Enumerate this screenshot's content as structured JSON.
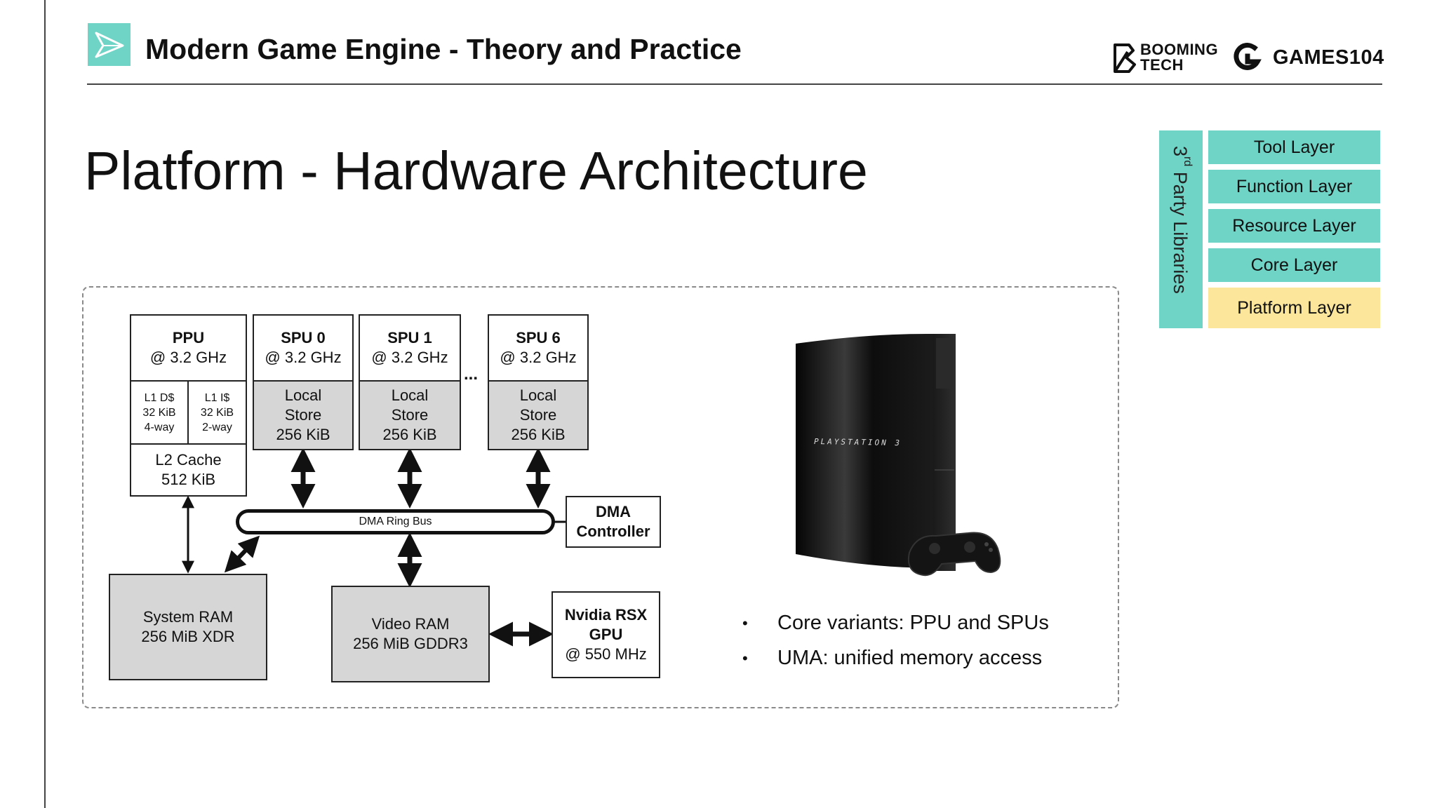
{
  "header": {
    "course_title": "Modern Game Engine - Theory and Practice",
    "brand_booming_line1": "BOOMING",
    "brand_booming_line2": "TECH",
    "brand_games": "GAMES104"
  },
  "page_title": "Platform - Hardware Architecture",
  "layers": {
    "side_label": "Party Libraries",
    "side_number": "3",
    "side_suffix": "rd",
    "items": [
      "Tool Layer",
      "Function Layer",
      "Resource Layer",
      "Core Layer",
      "Platform Layer"
    ],
    "colors": {
      "engine_layer": "#6fd3c5",
      "platform_layer": "#fbe69b"
    }
  },
  "diagram": {
    "ppu": {
      "name": "PPU",
      "freq": "@ 3.2 GHz"
    },
    "l1d": {
      "line1": "L1 D$",
      "line2": "32 KiB",
      "line3": "4-way"
    },
    "l1i": {
      "line1": "L1 I$",
      "line2": "32 KiB",
      "line3": "2-way"
    },
    "l2": {
      "line1": "L2 Cache",
      "line2": "512 KiB"
    },
    "spus": [
      {
        "name": "SPU 0",
        "freq": "@ 3.2 GHz",
        "ls1": "Local",
        "ls2": "Store",
        "ls3": "256 KiB"
      },
      {
        "name": "SPU 1",
        "freq": "@ 3.2 GHz",
        "ls1": "Local",
        "ls2": "Store",
        "ls3": "256 KiB"
      },
      {
        "name": "SPU 6",
        "freq": "@ 3.2 GHz",
        "ls1": "Local",
        "ls2": "Store",
        "ls3": "256 KiB"
      }
    ],
    "ellipsis": "...",
    "dma_bus": "DMA Ring Bus",
    "dma_controller": {
      "line1": "DMA",
      "line2": "Controller"
    },
    "system_ram": {
      "line1": "System RAM",
      "line2": "256 MiB XDR"
    },
    "video_ram": {
      "line1": "Video RAM",
      "line2": "256 MiB GDDR3"
    },
    "gpu": {
      "line1": "Nvidia RSX",
      "line2": "GPU",
      "line3": "@ 550 MHz"
    }
  },
  "console": {
    "label": "PLAYSTATION 3"
  },
  "bullets": [
    "Core variants: PPU and SPUs",
    "UMA: unified memory access"
  ]
}
